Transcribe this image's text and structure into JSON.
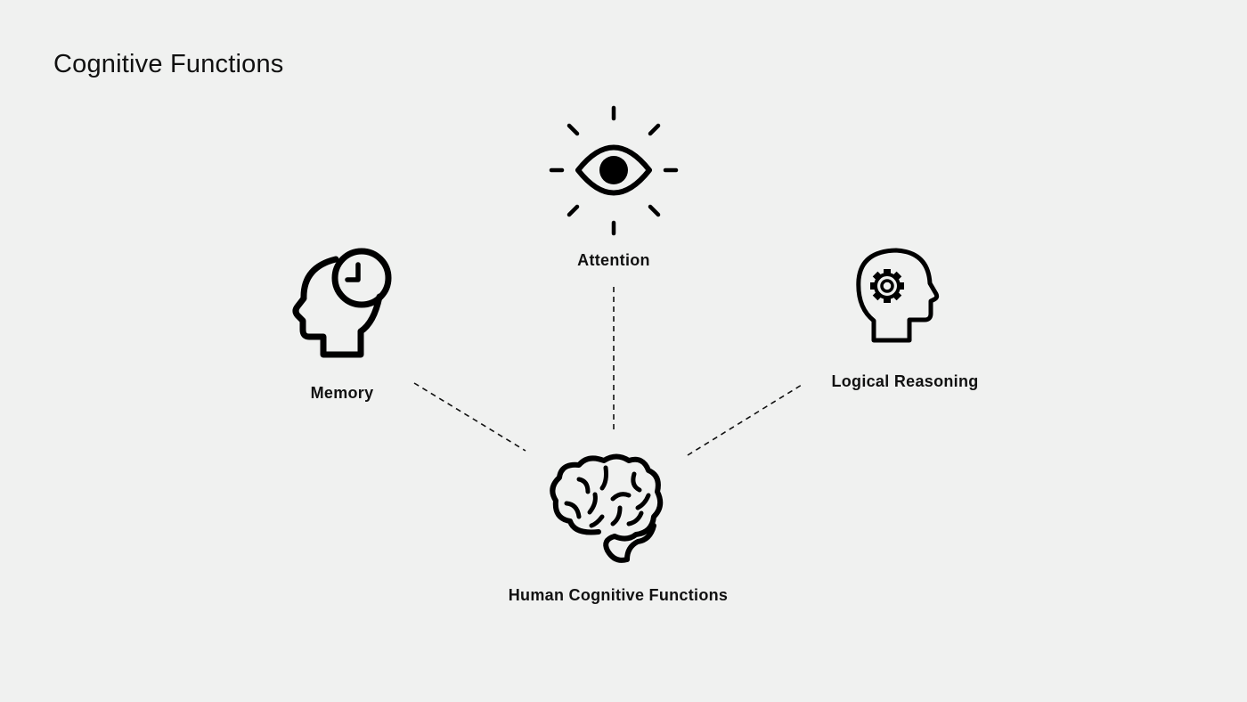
{
  "title": "Cognitive Functions",
  "nodes": {
    "attention": {
      "label": "Attention",
      "icon": "eye-icon"
    },
    "memory": {
      "label": "Memory",
      "icon": "head-clock-icon"
    },
    "logical_reasoning": {
      "label": "Logical Reasoning",
      "icon": "head-gear-icon"
    },
    "center": {
      "label": "Human Cognitive Functions",
      "icon": "brain-icon"
    }
  }
}
